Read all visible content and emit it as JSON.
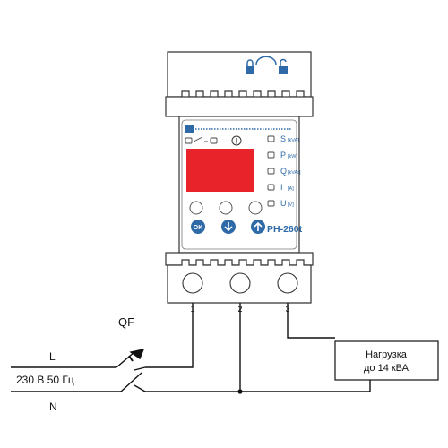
{
  "device": {
    "model": "PH-260t",
    "mode_labels": [
      {
        "letter": "S",
        "unit": "[kVA]"
      },
      {
        "letter": "P",
        "unit": "[kW]"
      },
      {
        "letter": "Q",
        "unit": "[kVAr]"
      },
      {
        "letter": "I",
        "unit": "[A]"
      },
      {
        "letter": "U",
        "unit": "[V]"
      }
    ],
    "terminals": [
      "1",
      "2",
      "3"
    ],
    "display_color": "#e8242a",
    "button_color": "#2e6aa8"
  },
  "wiring": {
    "breaker_label": "QF",
    "line_label": "L",
    "neutral_label": "N",
    "supply_label": "230 В 50 Гц",
    "load": {
      "line1": "Нагрузка",
      "line2": "до 14 кВА"
    }
  }
}
